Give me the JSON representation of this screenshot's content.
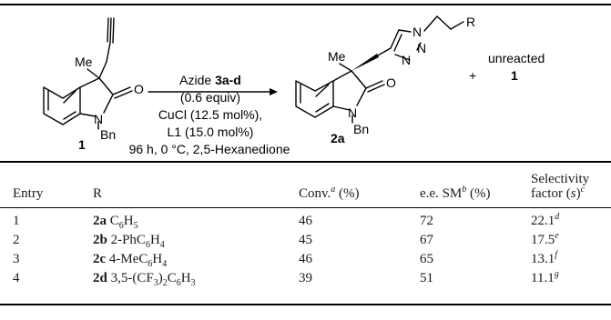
{
  "scheme": {
    "reactant": {
      "label": "1",
      "substituents": [
        "Me",
        "O",
        "N",
        "Bn"
      ]
    },
    "conditions": {
      "reagent_prefix": "Azide ",
      "reagent_bold": "3a-d",
      "equiv": "(0.6 equiv)",
      "catalyst": "CuCl (12.5 mol%),",
      "ligand": "L1 (15.0 mol%)",
      "time_temp_solvent": "96 h, 0 °C, 2,5-Hexanedione"
    },
    "product": {
      "label": "2a",
      "substituents": [
        "Me",
        "O",
        "N",
        "Bn",
        "N",
        "N",
        "N",
        "R"
      ]
    },
    "plus": "+",
    "unreacted_text": "unreacted",
    "unreacted_label": "1"
  },
  "table": {
    "headers": {
      "entry": "Entry",
      "r": "R",
      "conv": "Conv.",
      "conv_sup": "a",
      "conv_unit": " (%)",
      "ee": "e.e. SM",
      "ee_sup": "b",
      "ee_unit": " (%)",
      "sel_line1": "Selectivity",
      "sel_line2": "factor (",
      "sel_s": "s",
      "sel_close": ")",
      "sel_sup": "c"
    },
    "rows": [
      {
        "entry": "1",
        "cmpd": "2a",
        "r_html": "C<sub>6</sub>H<sub>5</sub>",
        "conv": "46",
        "ee": "72",
        "sel": "22.1",
        "sel_sup": "d"
      },
      {
        "entry": "2",
        "cmpd": "2b",
        "r_html": "2-PhC<sub>6</sub>H<sub>4</sub>",
        "conv": "45",
        "ee": "67",
        "sel": "17.5",
        "sel_sup": "e"
      },
      {
        "entry": "3",
        "cmpd": "2c",
        "r_html": "4-MeC<sub>6</sub>H<sub>4</sub>",
        "conv": "46",
        "ee": "65",
        "sel": "13.1",
        "sel_sup": "f"
      },
      {
        "entry": "4",
        "cmpd": "2d",
        "r_html": "3,5-(CF<sub>3</sub>)<sub>2</sub>C<sub>6</sub>H<sub>3</sub>",
        "conv": "39",
        "ee": "51",
        "sel": "11.1",
        "sel_sup": "g"
      }
    ]
  }
}
